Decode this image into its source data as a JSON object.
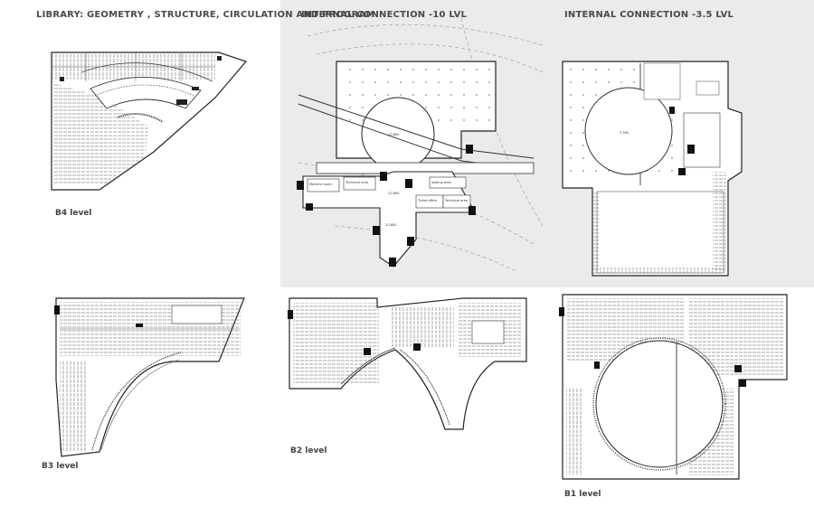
{
  "headings": {
    "library": "LIBRARY: GEOMETRY , STRUCTURE, CIRCULATION AND PROGRAM",
    "conn10": "INTERNAL CONNECTION -10 LVL",
    "conn35": "INTERNAL CONNECTION -3.5 LVL"
  },
  "levels": {
    "b4": "B4 level",
    "b3": "B3 level",
    "b2": "B2 level",
    "b1": "B1 level"
  },
  "plan_labels": {
    "machine_room": "Machine room",
    "technical_area": "Technical area",
    "waiting_area": "waiting area",
    "ticket_office": "Ticket office",
    "technical_area_2": "Technical area",
    "elev_a": "-10.800",
    "elev_b": "-10.800",
    "elev_c": "-10.800",
    "elev_d": "-3.500"
  },
  "colors": {
    "background": "#ffffff",
    "panel_grey": "#ebebeb",
    "line": "#333333",
    "stairs": "#111111"
  }
}
